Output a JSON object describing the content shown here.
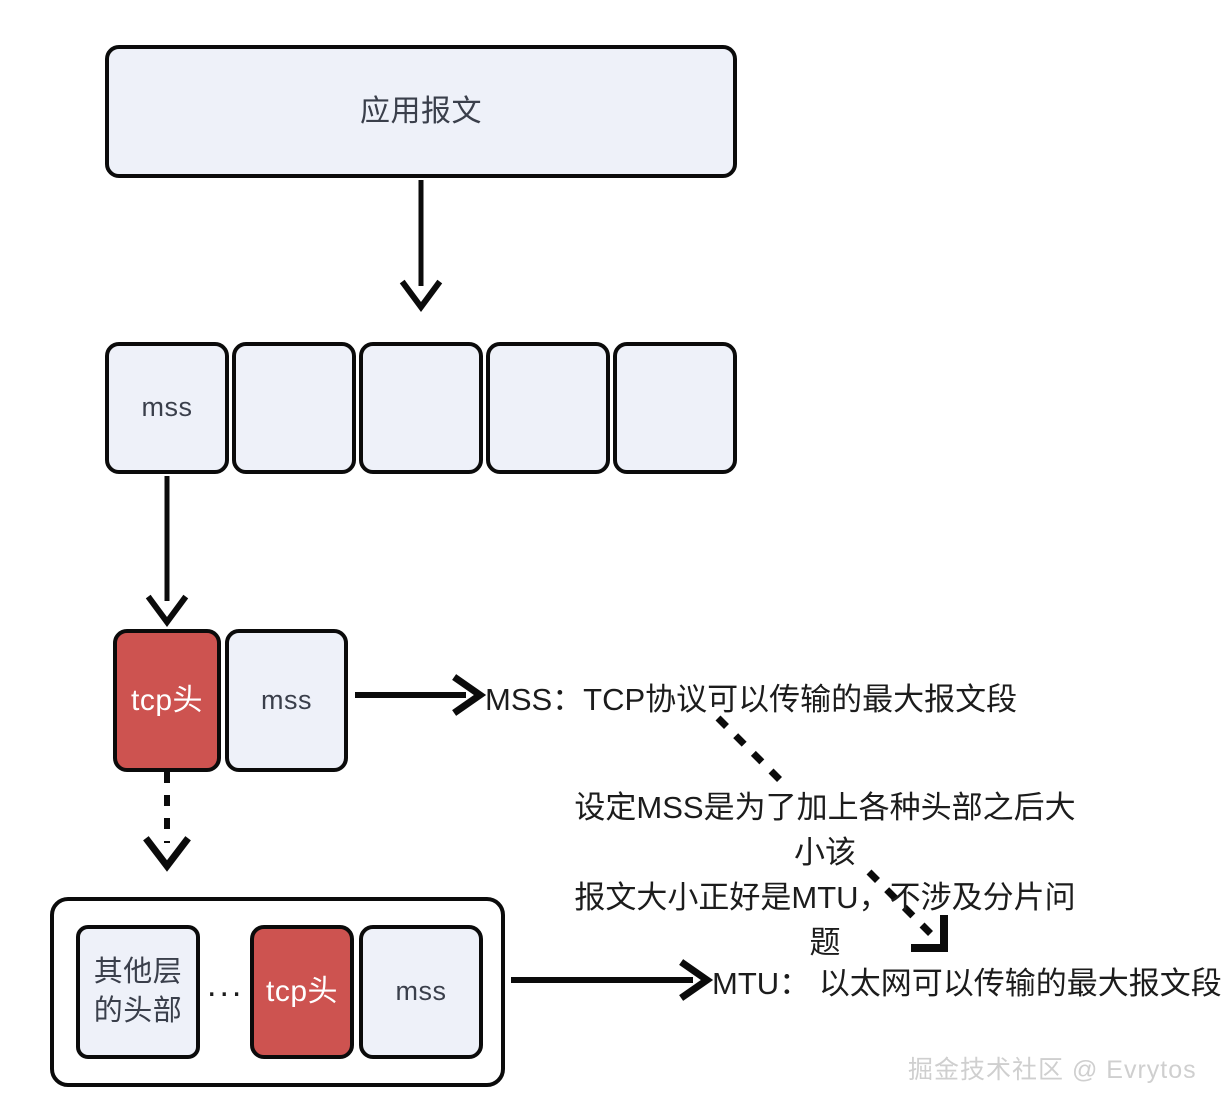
{
  "diagram": {
    "title_box": {
      "label": "应用报文"
    },
    "segment_row": {
      "segments": [
        {
          "label": "mss"
        },
        {
          "label": ""
        },
        {
          "label": ""
        },
        {
          "label": ""
        },
        {
          "label": ""
        }
      ]
    },
    "tcp_row": {
      "header": {
        "label": "tcp头"
      },
      "payload": {
        "label": "mss"
      }
    },
    "frame_row": {
      "other_headers": {
        "line1": "其他层",
        "line2": "的头部"
      },
      "ellipsis": "...",
      "header": {
        "label": "tcp头"
      },
      "payload": {
        "label": "mss"
      }
    },
    "annotations": {
      "mss_definition": "MSS：TCP协议可以传输的最大报文段",
      "note_line1": "设定MSS是为了加上各种头部之后大小该",
      "note_line2": "报文大小正好是MTU，不涉及分片问题",
      "mtu_definition": "MTU： 以太网可以传输的最大报文段"
    },
    "watermark": "掘金技术社区 @ Evrytos",
    "colors": {
      "header_fill": "#cd5350",
      "payload_fill": "#eef1f9",
      "stroke": "#0b0b0b",
      "text": "#3a3f4b",
      "annotation_text": "#1c1c1c",
      "watermark_text": "#cfcfcf",
      "background": "#ffffff"
    }
  }
}
